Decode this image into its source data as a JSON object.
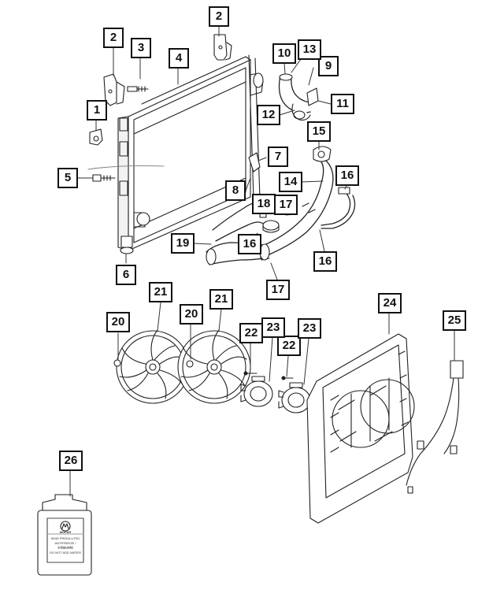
{
  "callouts": [
    {
      "id": "1",
      "label": "1"
    },
    {
      "id": "2a",
      "label": "2"
    },
    {
      "id": "2b",
      "label": "2"
    },
    {
      "id": "3",
      "label": "3"
    },
    {
      "id": "4",
      "label": "4"
    },
    {
      "id": "5",
      "label": "5"
    },
    {
      "id": "6",
      "label": "6"
    },
    {
      "id": "7",
      "label": "7"
    },
    {
      "id": "8",
      "label": "8"
    },
    {
      "id": "9",
      "label": "9"
    },
    {
      "id": "10",
      "label": "10"
    },
    {
      "id": "11",
      "label": "11"
    },
    {
      "id": "12",
      "label": "12"
    },
    {
      "id": "13",
      "label": "13"
    },
    {
      "id": "14",
      "label": "14"
    },
    {
      "id": "15",
      "label": "15"
    },
    {
      "id": "16a",
      "label": "16"
    },
    {
      "id": "16b",
      "label": "16"
    },
    {
      "id": "16c",
      "label": "16"
    },
    {
      "id": "17a",
      "label": "17"
    },
    {
      "id": "17b",
      "label": "17"
    },
    {
      "id": "18",
      "label": "18"
    },
    {
      "id": "19",
      "label": "19"
    },
    {
      "id": "20a",
      "label": "20"
    },
    {
      "id": "20b",
      "label": "20"
    },
    {
      "id": "21a",
      "label": "21"
    },
    {
      "id": "21b",
      "label": "21"
    },
    {
      "id": "22a",
      "label": "22"
    },
    {
      "id": "22b",
      "label": "22"
    },
    {
      "id": "23a",
      "label": "23"
    },
    {
      "id": "23b",
      "label": "23"
    },
    {
      "id": "24",
      "label": "24"
    },
    {
      "id": "25",
      "label": "25"
    },
    {
      "id": "26",
      "label": "26"
    }
  ],
  "antifreeze_jug": {
    "brand": "MOPAR",
    "line1": "50/50 PREDILUTED",
    "line2": "ANTIFREEZE / COOLANT",
    "line3": "1 GALLON",
    "line4": "DO NOT ADD WATER"
  }
}
